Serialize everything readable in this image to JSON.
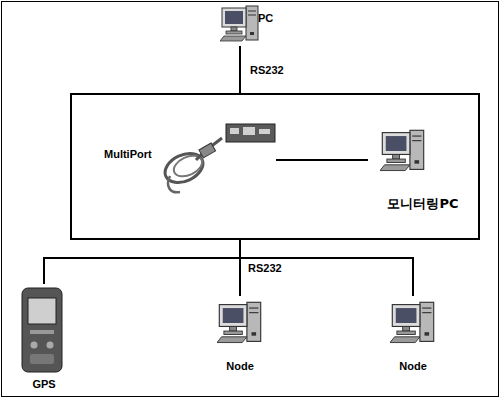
{
  "diagram": {
    "nodes": [
      {
        "text": [
          "PC"
        ]
      },
      {
        "text": []
      },
      {
        "text": [
          "MultiPort"
        ],
        "in": 1
      },
      {
        "text": [
          "모니터링PC"
        ],
        "in": 1
      },
      {
        "text": [
          "GPS"
        ]
      },
      {
        "text": [
          "Node"
        ]
      },
      {
        "text": [
          "Node"
        ]
      }
    ],
    "edges": [
      {
        "from": 0,
        "to": 1,
        "arrow": "none",
        "label": "RS232"
      },
      {
        "from": 2,
        "to": 3,
        "arrow": "none"
      },
      {
        "from": 1,
        "to": 4,
        "arrow": "none"
      },
      {
        "from": 1,
        "to": 5,
        "arrow": "none",
        "label": "RS232"
      },
      {
        "from": 1,
        "to": 6,
        "arrow": "none"
      }
    ]
  }
}
